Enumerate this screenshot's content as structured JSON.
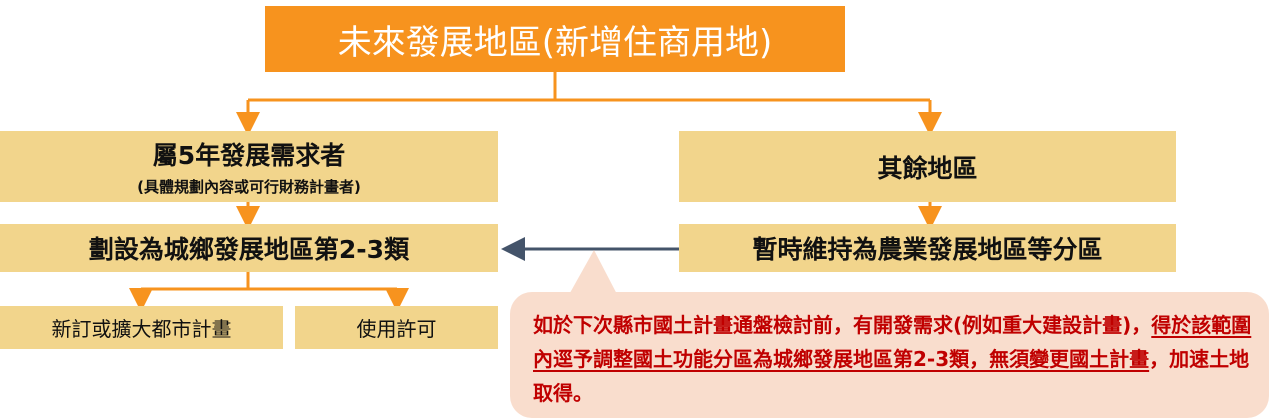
{
  "title": "未來發展地區(新增住商用地)",
  "left_branch": {
    "heading": "屬5年發展需求者",
    "subheading": "(具體規劃內容或可行財務計畫者)",
    "result": "劃設為城鄉發展地區第2-3類",
    "options": [
      "新訂或擴大都市計畫",
      "使用許可"
    ]
  },
  "right_branch": {
    "heading": "其餘地區",
    "result": "暫時維持為農業發展地區等分區"
  },
  "callout": {
    "part1": "如於下次縣市國土計畫通盤檢討前，有開發需求(例如重大建設計畫)，",
    "part2_underlined": "得於該範圍內逕予調整國土功能分區為城鄉發展地區第2-3類，無須變更國土計畫",
    "part3": "，加速土地取得。"
  },
  "colors": {
    "title": "#F7931E",
    "box": "#F2D58C",
    "connector": "#F7931E",
    "arrow": "#44546A",
    "callout_bg": "#F9DDCD",
    "callout_text": "#C00000"
  }
}
